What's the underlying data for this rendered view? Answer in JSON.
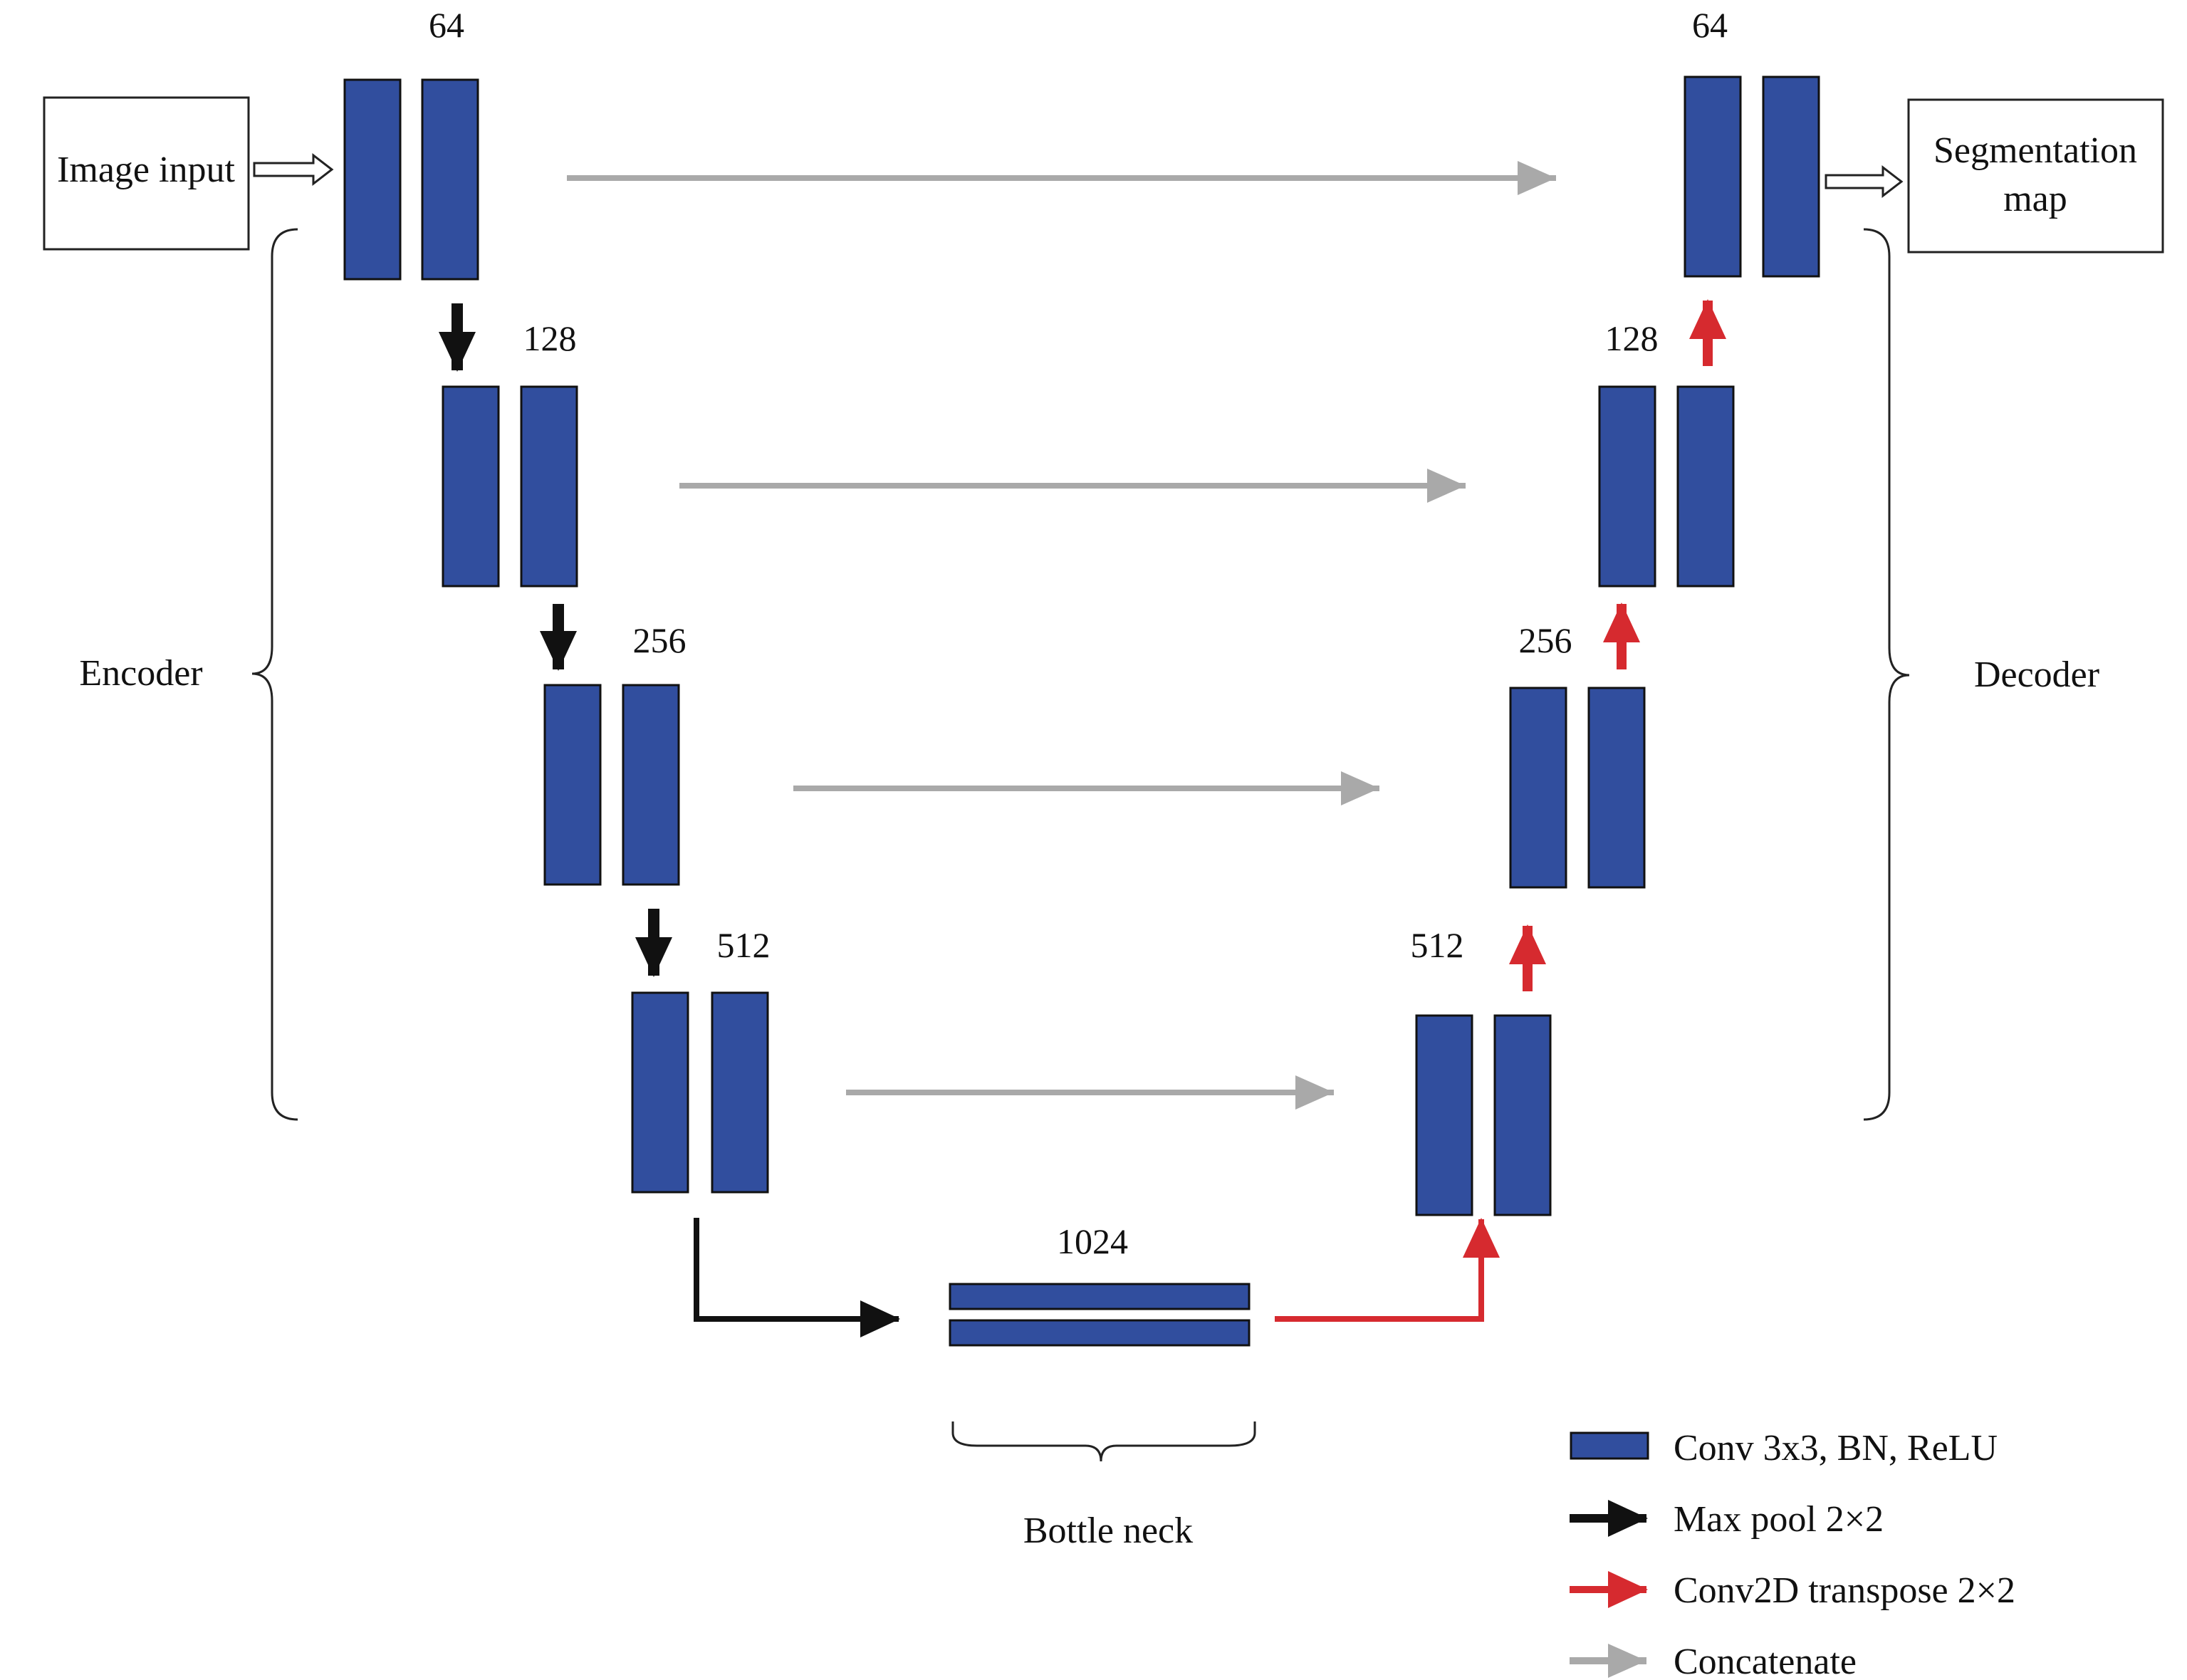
{
  "colors": {
    "conv_block": "#314e9e",
    "max_pool_arrow": "#111111",
    "transpose_arrow": "#d62a2f",
    "concat_arrow": "#a9a9a9"
  },
  "input_box": {
    "label": "Image input"
  },
  "output_box": {
    "line1": "Segmentation",
    "line2": "map"
  },
  "encoder": {
    "label": "Encoder",
    "levels": [
      {
        "channels": "64"
      },
      {
        "channels": "128"
      },
      {
        "channels": "256"
      },
      {
        "channels": "512"
      }
    ]
  },
  "decoder": {
    "label": "Decoder",
    "levels": [
      {
        "channels": "64"
      },
      {
        "channels": "128"
      },
      {
        "channels": "256"
      },
      {
        "channels": "512"
      }
    ]
  },
  "bottleneck": {
    "channels": "1024",
    "label": "Bottle neck"
  },
  "legend": [
    {
      "icon": "blue-block-icon",
      "label": "Conv 3x3, BN, ReLU"
    },
    {
      "icon": "black-arrow-icon",
      "label": "Max pool 2×2"
    },
    {
      "icon": "red-arrow-icon",
      "label": "Conv2D transpose 2×2"
    },
    {
      "icon": "gray-arrow-icon",
      "label": "Concatenate"
    }
  ]
}
